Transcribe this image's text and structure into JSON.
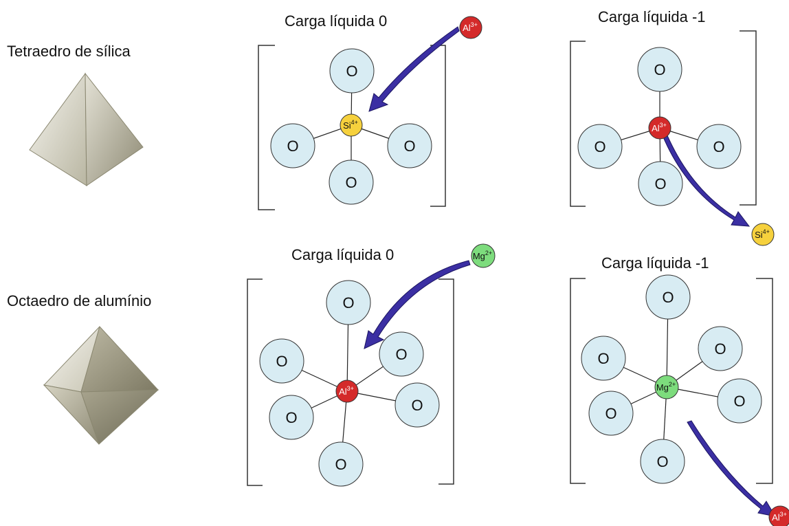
{
  "labels": {
    "tetra_title": "Tetraedro de sílica",
    "octa_title": "Octaedro de alumínio",
    "panel1_title": "Carga líquida 0",
    "panel2_title": "Carga líquida -1",
    "panel3_title": "Carga líquida 0",
    "panel4_title": "Carga líquida -1"
  },
  "atoms": {
    "oxygen": "O",
    "si": {
      "symbol": "Si",
      "charge": "4+"
    },
    "al": {
      "symbol": "Al",
      "charge": "3+"
    },
    "mg": {
      "symbol": "Mg",
      "charge": "2+"
    }
  },
  "colors": {
    "oxygen_fill": "#d8ecf3",
    "si_fill": "#f6d13d",
    "al_fill": "#d42a2a",
    "mg_fill": "#7ddc7d",
    "arrow": "#3b2fa3",
    "bond": "#222222"
  }
}
